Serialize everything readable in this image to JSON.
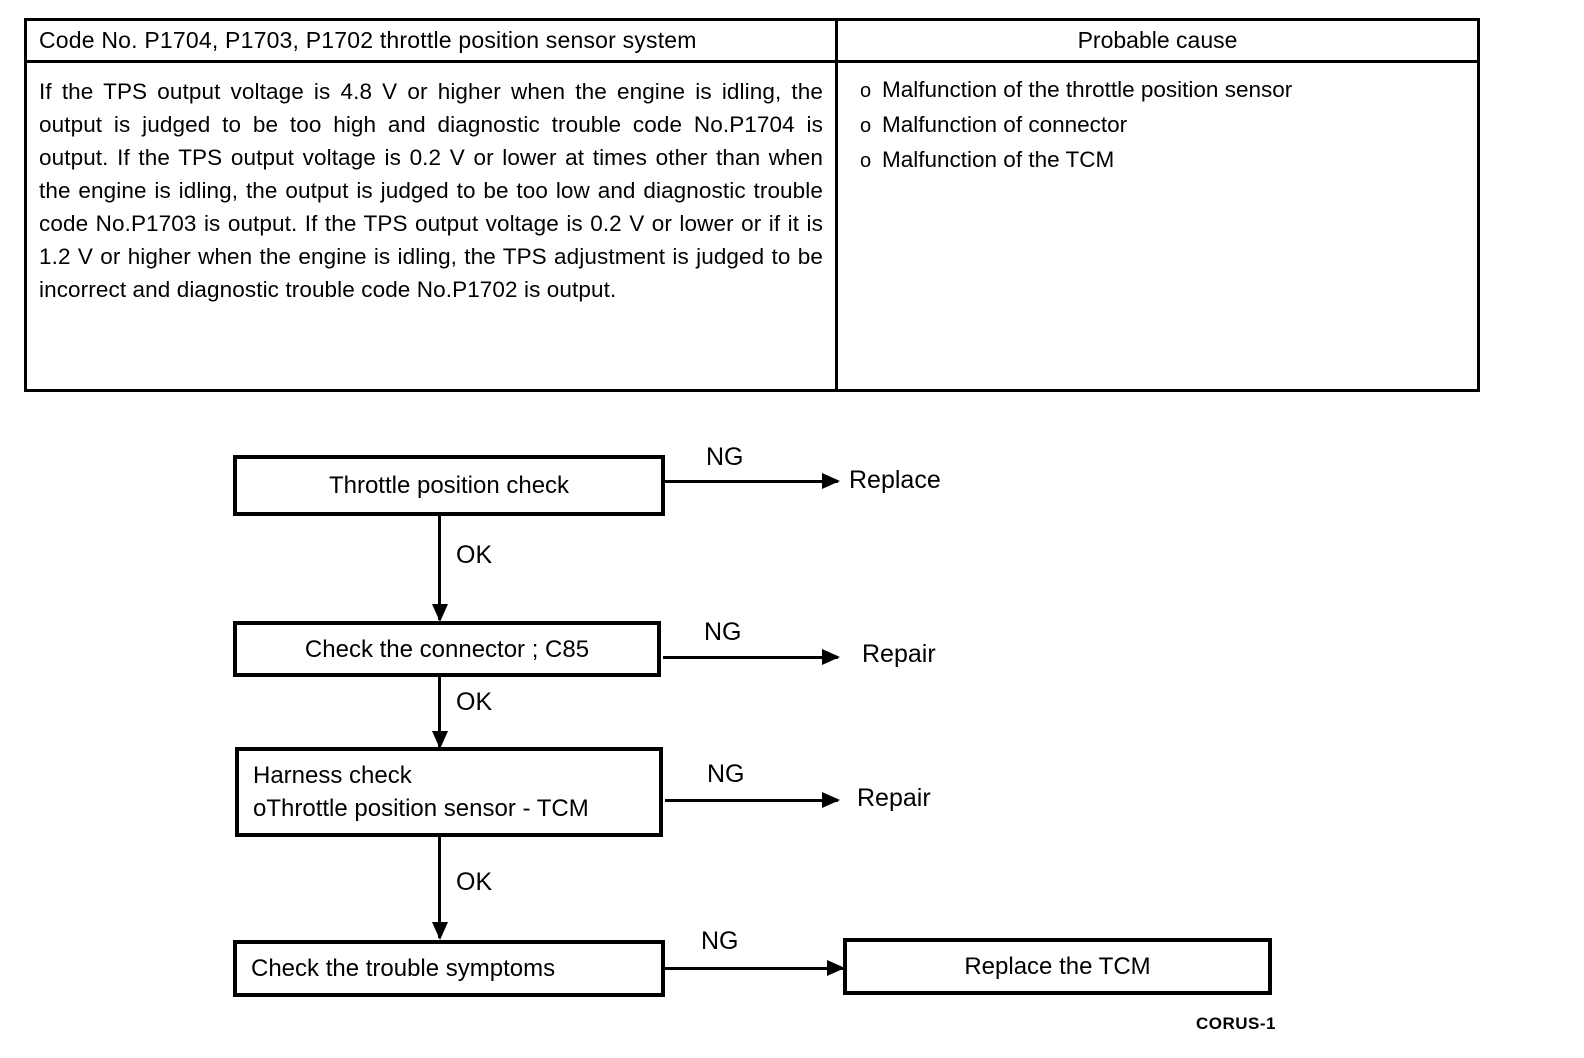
{
  "table": {
    "header": {
      "left": "Code No. P1704, P1703, P1702 throttle position sensor system",
      "right": "Probable cause"
    },
    "description": "If the TPS output voltage is 4.8 V or higher when the engine is idling, the output is judged to be too high and diagnostic trouble code No.P1704 is output. If the TPS output voltage is 0.2 V or lower at times other than when the engine is idling, the output is judged to be too low and diagnostic trouble code No.P1703 is output. If the TPS output voltage is 0.2 V or lower or if it is 1.2 V or higher when the engine is idling, the TPS adjustment is judged to be incorrect and diagnostic trouble code No.P1702 is output.",
    "causes": [
      {
        "marker": "o",
        "text": "Malfunction of the throttle position sensor"
      },
      {
        "marker": "o",
        "text": "Malfunction of connector"
      },
      {
        "marker": "o",
        "text": "Malfunction of the TCM"
      }
    ]
  },
  "flowchart": {
    "steps": [
      {
        "label": "Throttle position check",
        "ng": "NG",
        "result": "Replace",
        "ok": "OK"
      },
      {
        "label": "Check the connector ; C85",
        "ng": "NG",
        "result": "Repair",
        "ok": "OK"
      },
      {
        "label_line1": "Harness check",
        "label_line2": "oThrottle position sensor - TCM",
        "ng": "NG",
        "result": "Repair",
        "ok": "OK"
      },
      {
        "label": "Check the trouble symptoms",
        "ng": "NG"
      }
    ],
    "end_box": "Replace the TCM"
  },
  "footer": {
    "code": "CORUS-1"
  },
  "colors": {
    "ink": "#000000",
    "paper": "#ffffff"
  }
}
